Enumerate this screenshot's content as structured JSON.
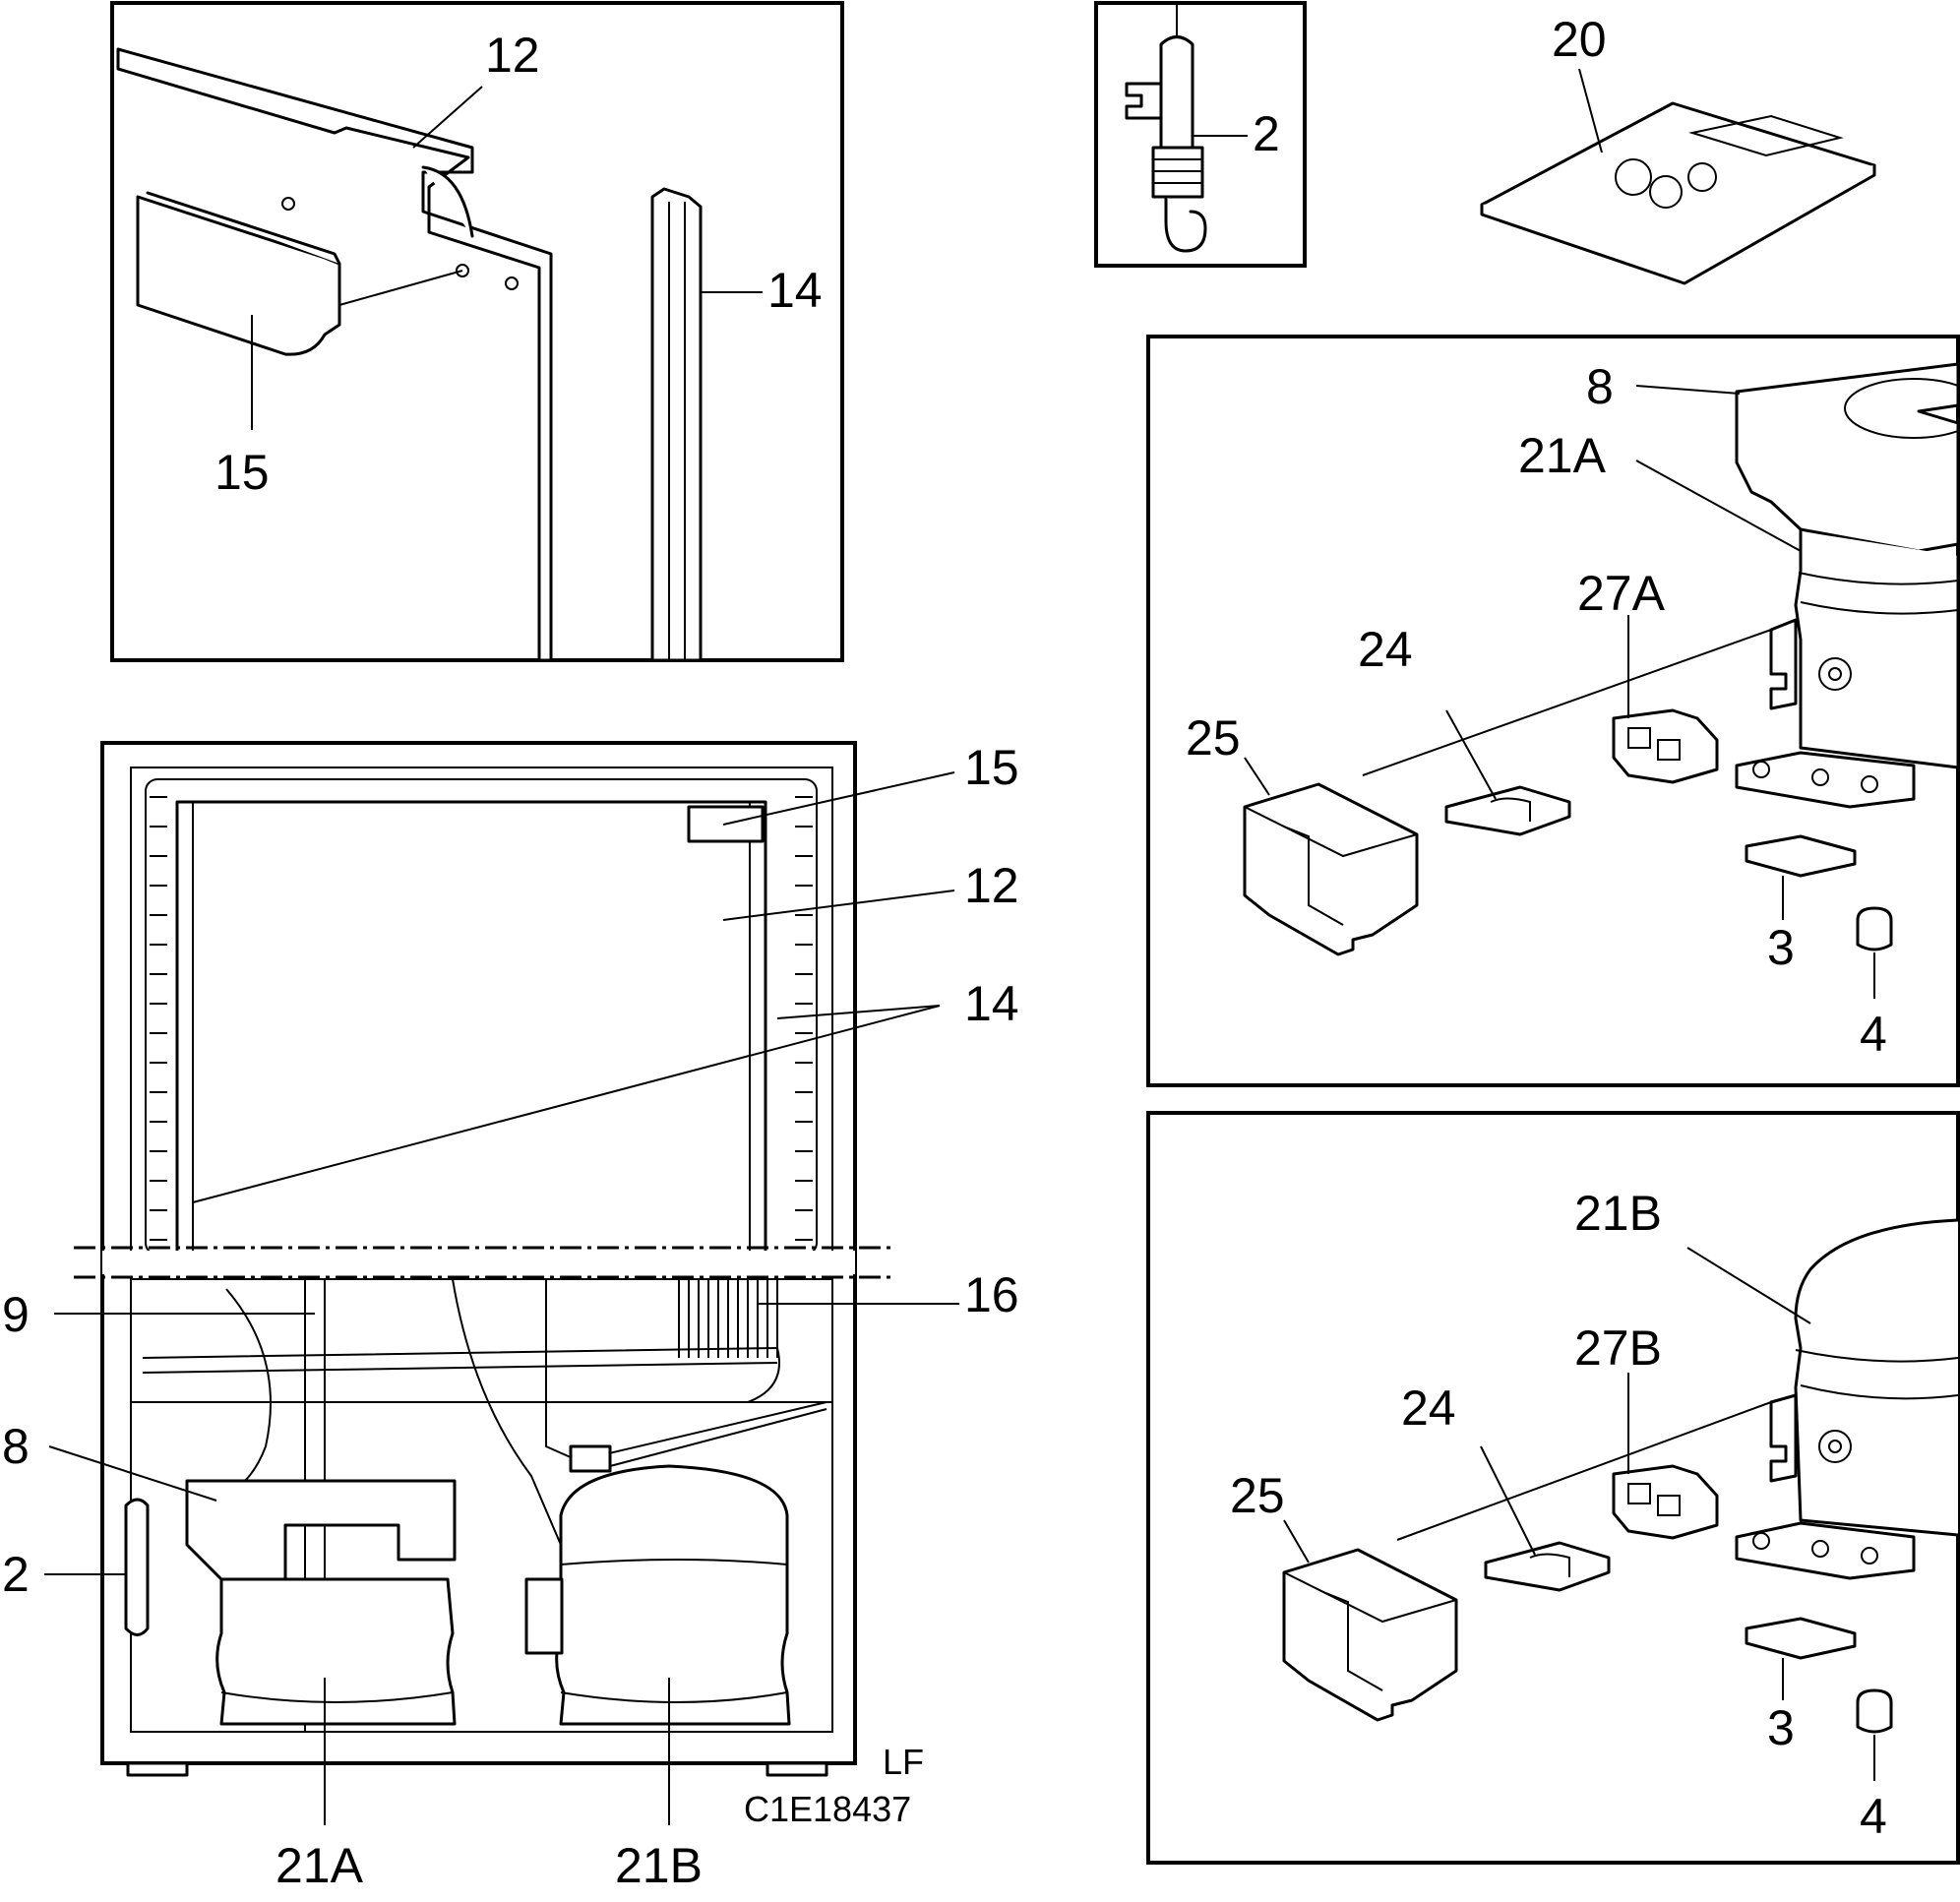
{
  "callouts": {
    "tl": {
      "n12": "12",
      "n14": "14",
      "n15": "15"
    },
    "sensor": {
      "n2": "2"
    },
    "manual": {
      "n20": "20"
    },
    "comp_a": {
      "n8": "8",
      "n21A": "21A",
      "n27A": "27A",
      "n24": "24",
      "n25": "25",
      "n3": "3",
      "n4": "4"
    },
    "comp_b": {
      "n21B": "21B",
      "n27B": "27B",
      "n24": "24",
      "n25": "25",
      "n3": "3",
      "n4": "4"
    },
    "cabinet": {
      "n15": "15",
      "n12": "12",
      "n14": "14",
      "n16": "16",
      "n9": "9",
      "n8": "8",
      "n2": "2",
      "n21A": "21A",
      "n21B": "21B"
    }
  },
  "drawing": {
    "code1": "LF",
    "code2": "C1E18437"
  }
}
